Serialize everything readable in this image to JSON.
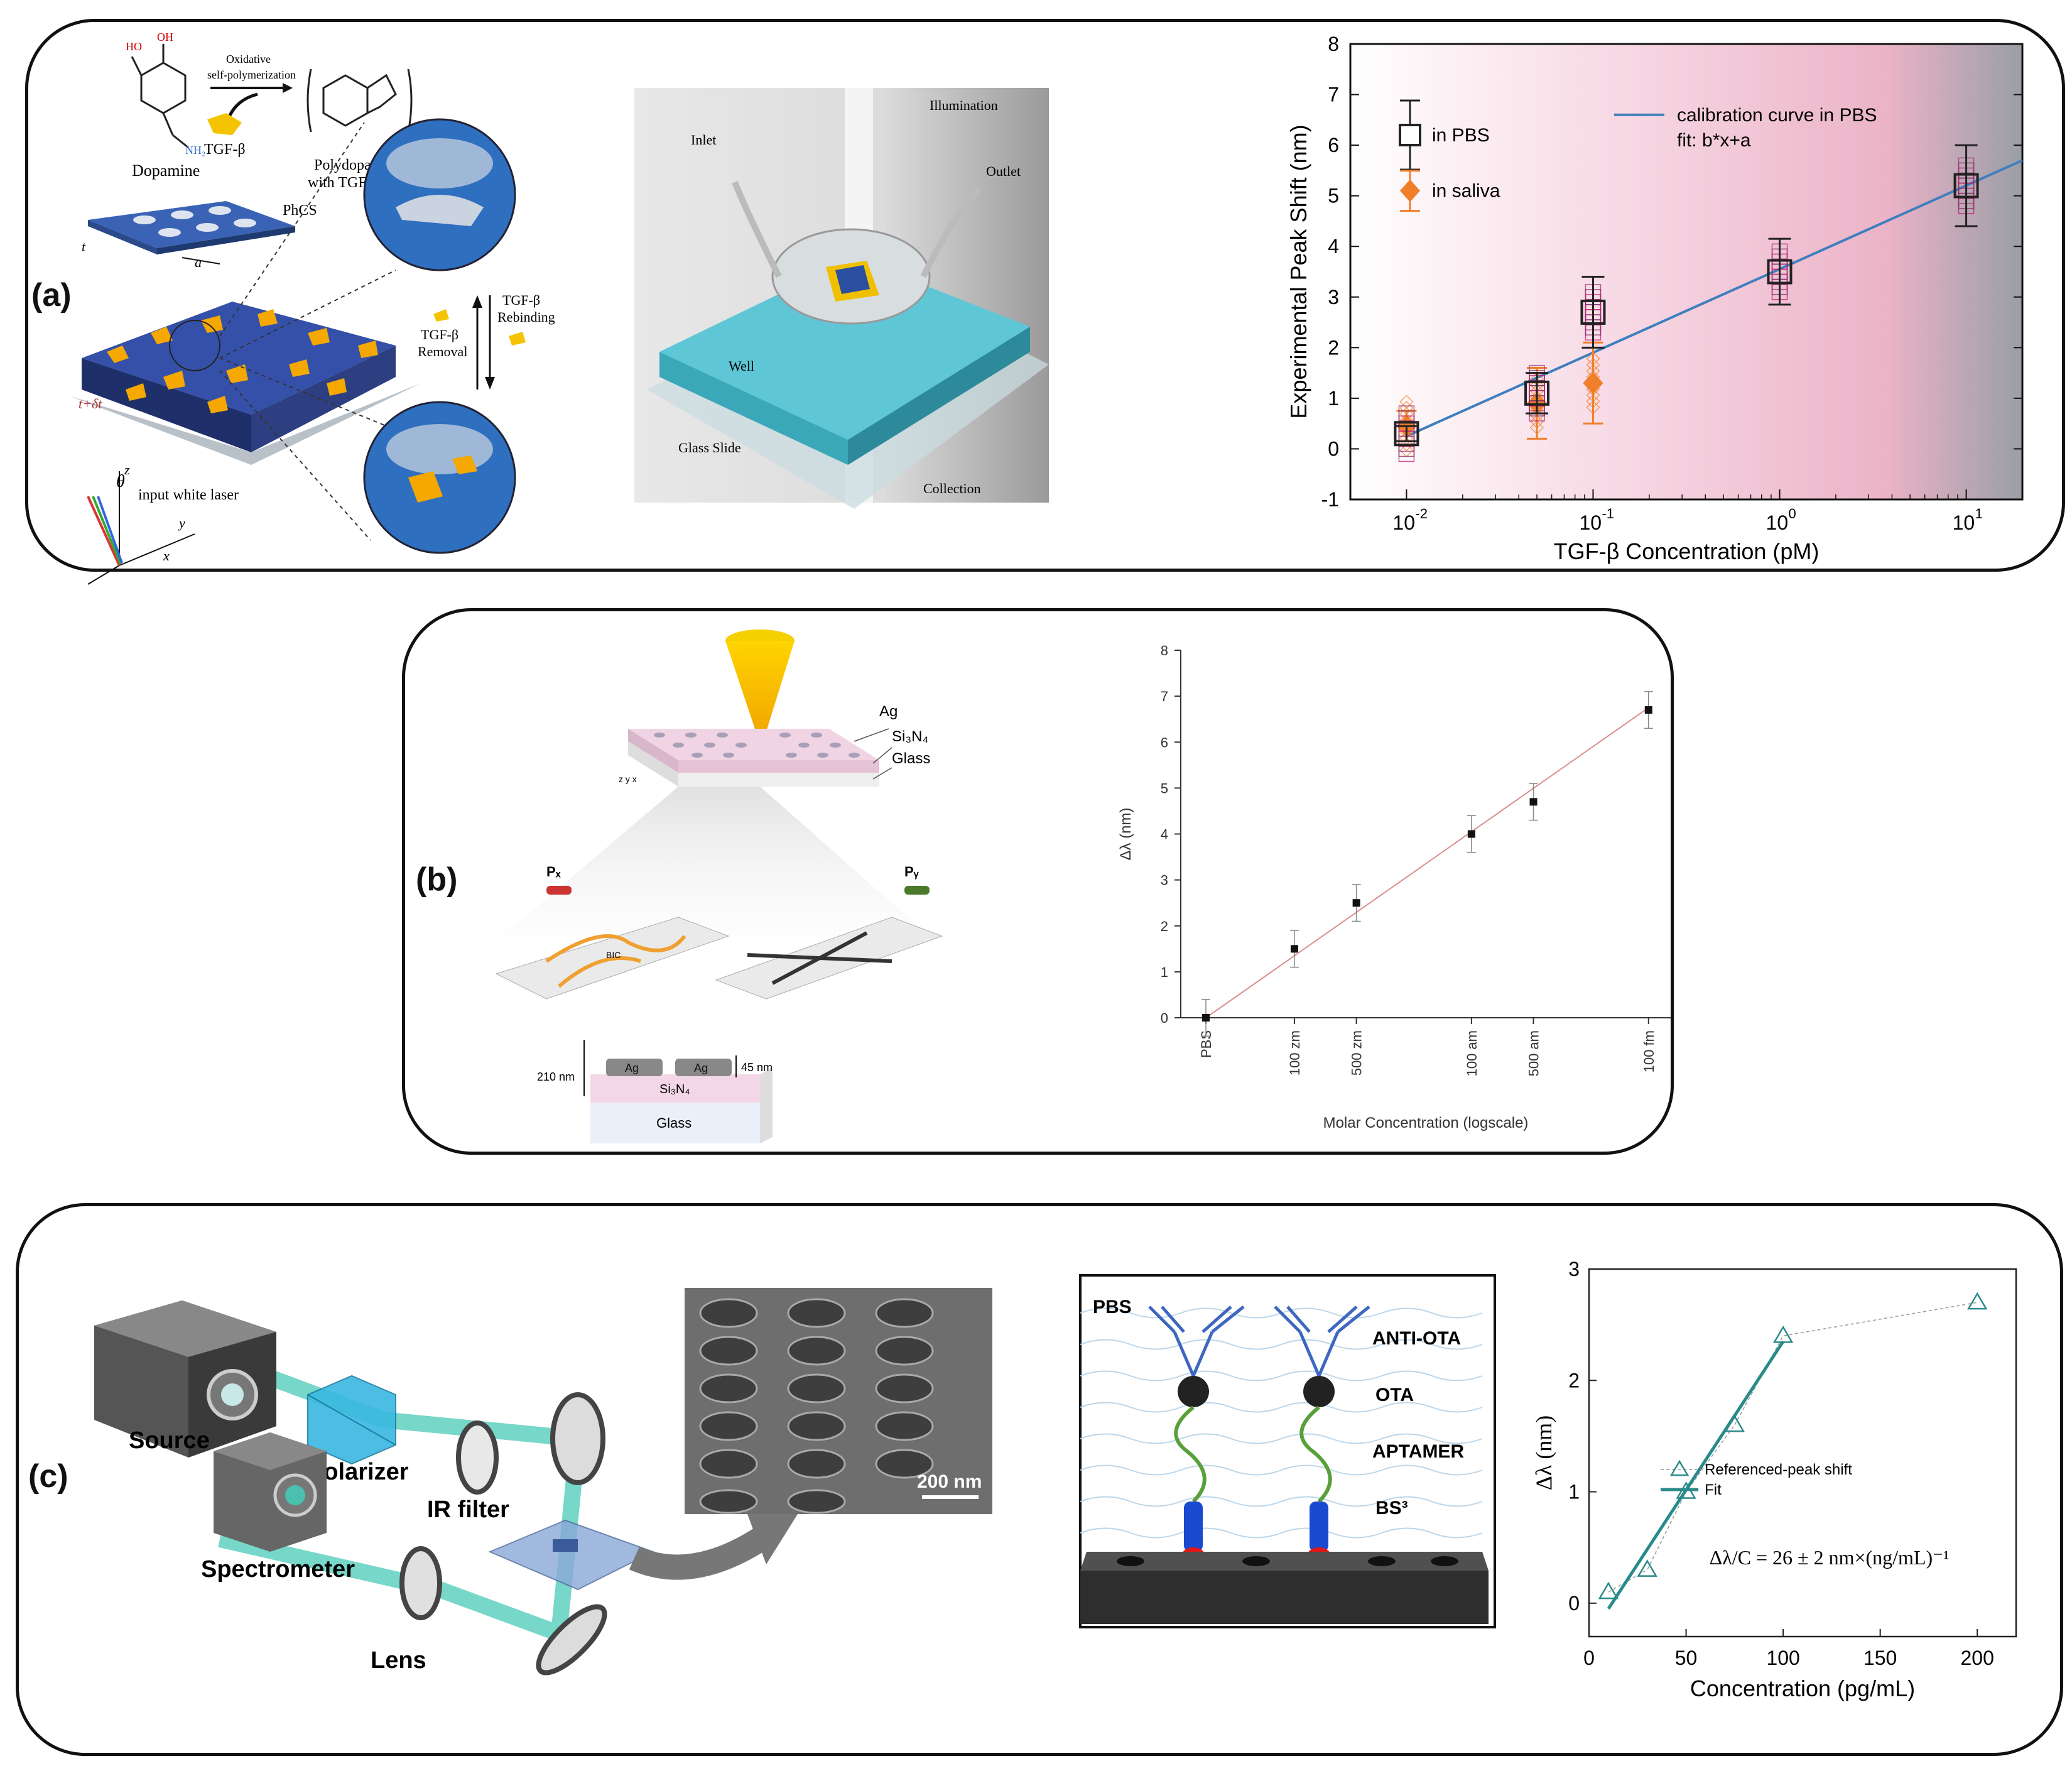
{
  "panels": {
    "a": {
      "label": "(a)",
      "chem": {
        "dopamine": "Dopamine",
        "reaction": [
          "Oxidative",
          "self-polymerization"
        ],
        "tgf": "TGF-β",
        "product": [
          "Polydopamine",
          "with TGF-β"
        ]
      },
      "phcs": {
        "label": "PhCS",
        "t": "t",
        "a": "a",
        "t_dt": "t+δt"
      },
      "rebinding": [
        "TGF-β",
        "Rebinding"
      ],
      "removal": [
        "TGF-β",
        "Removal"
      ],
      "laser": "input white laser",
      "theta": "θ",
      "axes": {
        "z": "z",
        "y": "y",
        "x": "x"
      },
      "setup": {
        "inlet": "Inlet",
        "illumination": "Illumination",
        "outlet": "Outlet",
        "well": "Well",
        "glass_slide": "Glass Slide",
        "collection": "Collection"
      }
    },
    "b": {
      "label": "(b)",
      "schematic": {
        "ag": "Ag",
        "si3n4": "Si₃N₄",
        "glass": "Glass",
        "px": "Pₓ",
        "py": "Pᵧ",
        "bic": "BIC",
        "ag_disk": "Ag",
        "thick_ag": "45 nm",
        "thick_si": "210 nm",
        "axes": "z y x"
      }
    },
    "c": {
      "label": "(c)",
      "setup": {
        "source": "Source",
        "polarizer": "Polarizer",
        "ir_filter": "IR filter",
        "spectrometer": "Spectrometer",
        "lens": "Lens",
        "scale_bar": "200 nm"
      },
      "assay": {
        "pbs": "PBS",
        "anti_ota": "ANTI-OTA",
        "ota": "OTA",
        "aptamer": "APTAMER",
        "bs3": "BS³"
      }
    }
  },
  "chart_data": [
    {
      "id": "a-chart",
      "type": "scatter",
      "xscale": "log",
      "xlabel": "TGF-β Concentration (pM)",
      "ylabel": "Experimental Peak Shift (nm)",
      "xlim": [
        0.005,
        20
      ],
      "ylim": [
        -1,
        8
      ],
      "yticks": [
        -1,
        0,
        1,
        2,
        3,
        4,
        5,
        6,
        7,
        8
      ],
      "xticks": [
        {
          "value": 0.01,
          "base": "10",
          "exp": "-2"
        },
        {
          "value": 0.1,
          "base": "10",
          "exp": "-1"
        },
        {
          "value": 1,
          "base": "10",
          "exp": "0"
        },
        {
          "value": 10,
          "base": "10",
          "exp": "1"
        }
      ],
      "legend": {
        "pbs": "in PBS",
        "saliva": "in saliva",
        "fit": "calibration curve in PBS",
        "fit_eq": "fit: b*x+a"
      },
      "series": [
        {
          "name": "in PBS",
          "color": "#222222",
          "points": [
            {
              "x": 0.01,
              "y": 0.3,
              "err": 0.15
            },
            {
              "x": 0.05,
              "y": 1.1,
              "err": 0.4
            },
            {
              "x": 0.1,
              "y": 2.7,
              "err": 0.7
            },
            {
              "x": 1,
              "y": 3.5,
              "err": 0.65
            },
            {
              "x": 10,
              "y": 5.2,
              "err": 0.8
            }
          ]
        },
        {
          "name": "in saliva",
          "color": "#f07f2a",
          "points": [
            {
              "x": 0.01,
              "y": 0.45,
              "err": 0.3
            },
            {
              "x": 0.05,
              "y": 0.9,
              "err": 0.7
            },
            {
              "x": 0.1,
              "y": 1.3,
              "err": 0.8
            }
          ]
        }
      ],
      "fit": {
        "color": "#3f7fbf",
        "x": [
          0.01,
          20
        ],
        "y": [
          0.25,
          5.7
        ]
      }
    },
    {
      "id": "b-chart",
      "type": "scatter",
      "xlabel": "Molar Concentration (logscale)",
      "ylabel": "Δλ (nm)",
      "ylim": [
        0,
        8
      ],
      "yticks": [
        0,
        1,
        2,
        3,
        4,
        5,
        6,
        7,
        8
      ],
      "categories": [
        "PBS",
        "100 zm",
        "500 zm",
        "100 am",
        "500 am",
        "100 fm"
      ],
      "cat_positions": [
        0,
        1,
        1.7,
        3,
        3.7,
        5
      ],
      "values": [
        0,
        1.5,
        2.5,
        4.0,
        4.7,
        6.7
      ],
      "errors": [
        0.4,
        0.4,
        0.4,
        0.4,
        0.4,
        0.4
      ],
      "fit": {
        "y0": 0.0,
        "y1": 6.75
      }
    },
    {
      "id": "c-chart",
      "type": "line",
      "xlabel": "Concentration (pg/mL)",
      "ylabel": "Δλ (nm)",
      "xlim": [
        0,
        220
      ],
      "ylim": [
        -0.3,
        3
      ],
      "xticks": [
        0,
        50,
        100,
        150,
        200
      ],
      "yticks": [
        0,
        1,
        2,
        3
      ],
      "series": [
        {
          "name": "Referenced-peak shift",
          "x": [
            10,
            30,
            50,
            75,
            100,
            200
          ],
          "y": [
            0.1,
            0.3,
            1.0,
            1.6,
            2.4,
            2.7
          ]
        }
      ],
      "fit": {
        "name": "Fit",
        "x": [
          10,
          100
        ],
        "y": [
          -0.05,
          2.35
        ]
      },
      "annotation": "Δλ/C = 26 ± 2 nm×(ng/mL)⁻¹"
    }
  ]
}
